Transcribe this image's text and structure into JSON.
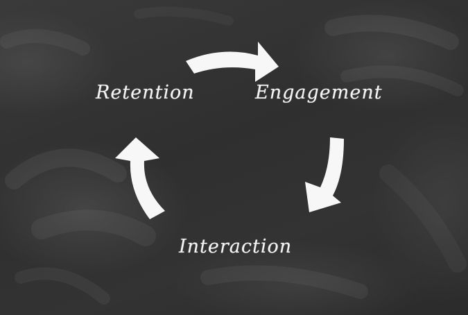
{
  "cycle": {
    "retention": "Retention",
    "engagement": "Engagement",
    "interaction": "Interaction"
  },
  "colors": {
    "chalk": "#f4f4f4",
    "board": "#2e2e2e"
  }
}
